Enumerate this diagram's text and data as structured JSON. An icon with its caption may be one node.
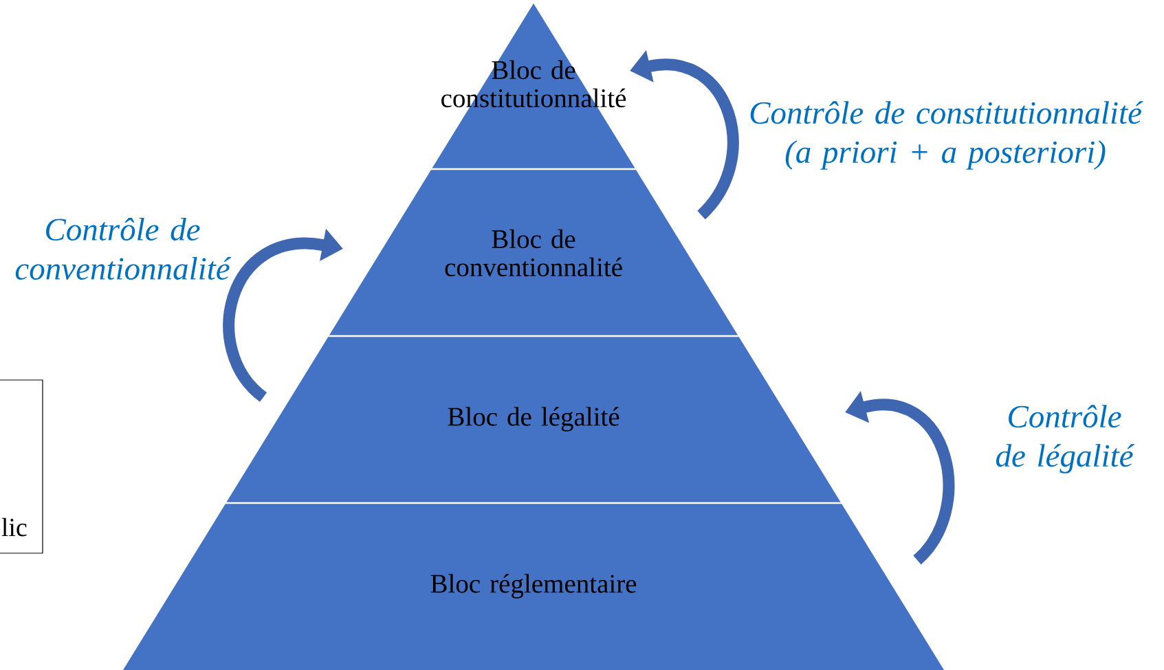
{
  "diagram": {
    "nodes": [
      {
        "text": [
          "Bloc de constitutionnalité"
        ]
      },
      {
        "text": [
          "Bloc de conventionnalité"
        ]
      },
      {
        "text": [
          "Bloc de légalité"
        ]
      },
      {
        "text": [
          "Bloc réglementaire"
        ]
      },
      {
        "text": [
          "lic"
        ]
      }
    ],
    "edges": [
      {
        "from": 1,
        "to": 0,
        "arrow": "to",
        "label": "Contrôle de constitutionnalité (a priori + a posteriori)"
      },
      {
        "from": 2,
        "to": 1,
        "arrow": "to",
        "label": "Contrôle de conventionnalité"
      },
      {
        "from": 3,
        "to": 2,
        "arrow": "to",
        "label": "Contrôle de légalité"
      }
    ]
  }
}
